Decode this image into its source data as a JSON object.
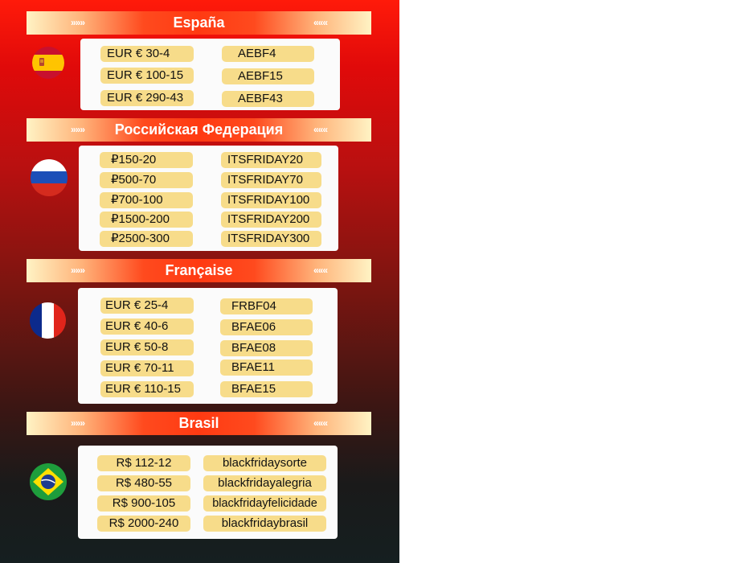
{
  "sections": [
    {
      "title": "España",
      "arrows_left": "»»»",
      "arrows_right": "«««",
      "flag": "spain-flag-icon",
      "rows": [
        {
          "amount": "EUR € 30-4",
          "code": "AEBF4"
        },
        {
          "amount": "EUR € 100-15",
          "code": "AEBF15"
        },
        {
          "amount": "EUR € 290-43",
          "code": "AEBF43"
        }
      ]
    },
    {
      "title": "Российская Федерация",
      "arrows_left": "»»»",
      "arrows_right": "«««",
      "flag": "russia-flag-icon",
      "rows": [
        {
          "amount": "₽150-20",
          "code": "ITSFRIDAY20"
        },
        {
          "amount": "₽500-70",
          "code": "ITSFRIDAY70"
        },
        {
          "amount": "₽700-100",
          "code": "ITSFRIDAY100"
        },
        {
          "amount": "₽1500-200",
          "code": "ITSFRIDAY200"
        },
        {
          "amount": "₽2500-300",
          "code": "ITSFRIDAY300"
        }
      ]
    },
    {
      "title": "Française",
      "arrows_left": "»»»",
      "arrows_right": "«««",
      "flag": "france-flag-icon",
      "rows": [
        {
          "amount": "EUR € 25-4",
          "code": "FRBF04"
        },
        {
          "amount": "EUR € 40-6",
          "code": "BFAE06"
        },
        {
          "amount": "EUR € 50-8",
          "code": "BFAE08"
        },
        {
          "amount": "EUR € 70-11",
          "code": "BFAE11"
        },
        {
          "amount": "EUR € 110-15",
          "code": "BFAE15"
        }
      ]
    },
    {
      "title": "Brasil",
      "arrows_left": "»»»",
      "arrows_right": "«««",
      "flag": "brazil-flag-icon",
      "rows": [
        {
          "amount": "R$ 112-12",
          "code": "blackfridaysorte"
        },
        {
          "amount": "R$ 480-55",
          "code": "blackfridayalegria"
        },
        {
          "amount": "R$ 900-105",
          "code": "blackfridayfelicidade"
        },
        {
          "amount": "R$ 2000-240",
          "code": "blackfridaybrasil"
        }
      ]
    }
  ],
  "colors": {
    "pill": "#f7dc8a",
    "banner_center": "#ff3a12",
    "banner_edge": "#fff3c4",
    "box": "#fbfbfb"
  }
}
